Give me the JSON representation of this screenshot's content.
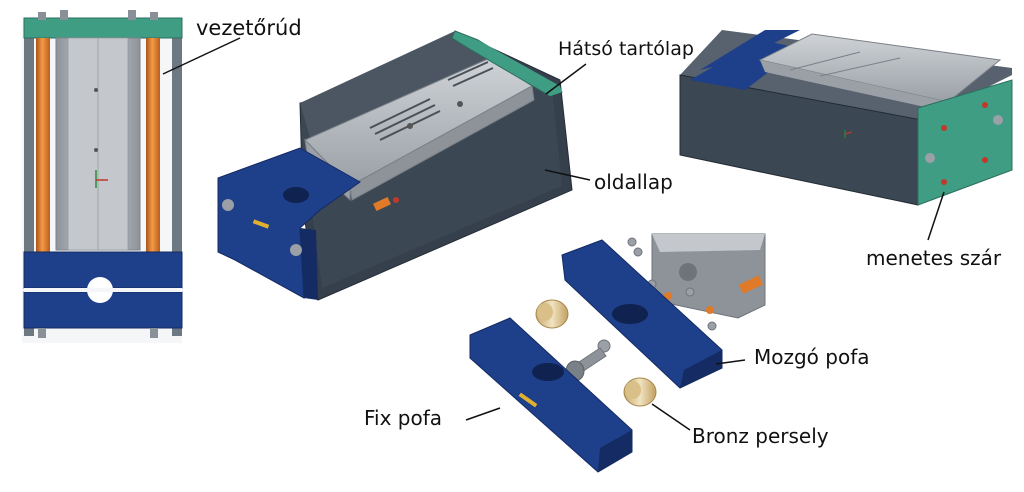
{
  "labels": {
    "guide_rod": "vezetőrúd",
    "rear_plate": "Hátsó tartólap",
    "side_plate": "oldallap",
    "threaded_rod": "menetes szár",
    "moving_jaw": "Mozgó pofa",
    "fixed_jaw": "Fix pofa",
    "bronze_bushing": "Bronz persely"
  },
  "colors": {
    "blue_jaw": "#1e3f8a",
    "blue_dark": "#142b63",
    "teal_plate": "#3f9d84",
    "dark_gray_body": "#3c4754",
    "light_gray_cylinder": "#b9bec4",
    "orange_rod": "#e07a28",
    "bronze": "#e8d3a6"
  }
}
